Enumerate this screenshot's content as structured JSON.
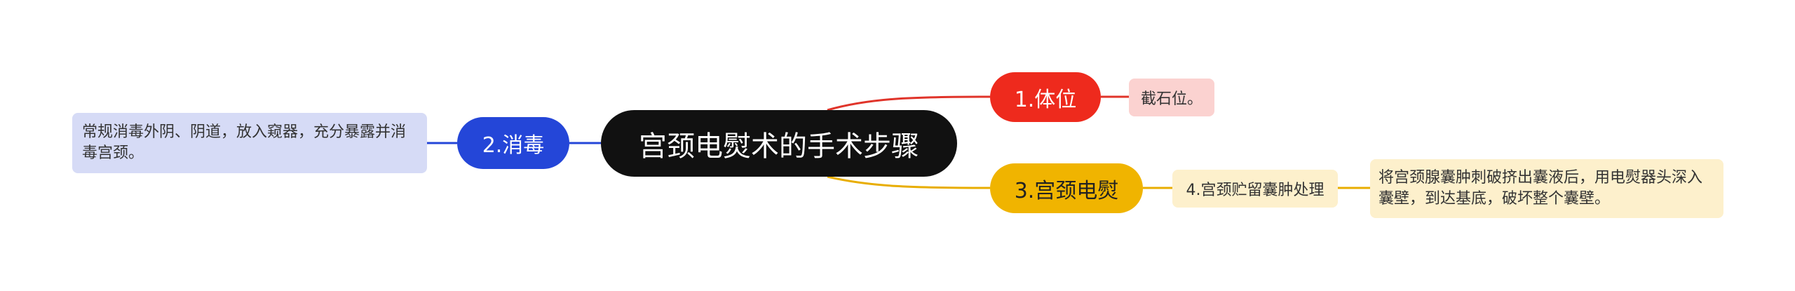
{
  "mindmap": {
    "root": {
      "label": "宫颈电熨术的手术步骤"
    },
    "branches": [
      {
        "label": "1.体位",
        "color": "#ee2a1d",
        "children": [
          {
            "label": "截石位。",
            "color": "#fbd2d0"
          }
        ]
      },
      {
        "label": "2.消毒",
        "color": "#2446d8",
        "children": [
          {
            "label": "常规消毒外阴、阴道，放入窥器，充分暴露并消毒宫颈。",
            "color": "#d6dbf6"
          }
        ]
      },
      {
        "label": "3.宫颈电熨",
        "color": "#f0b400",
        "children": [
          {
            "label": "4.宫颈贮留囊肿处理",
            "color": "#fdf0cc",
            "children": [
              {
                "label": "将宫颈腺囊肿刺破挤出囊液后，用电熨器头深入囊壁，到达基底，破坏整个囊壁。",
                "color": "#fdf0cc"
              }
            ]
          }
        ]
      }
    ]
  }
}
